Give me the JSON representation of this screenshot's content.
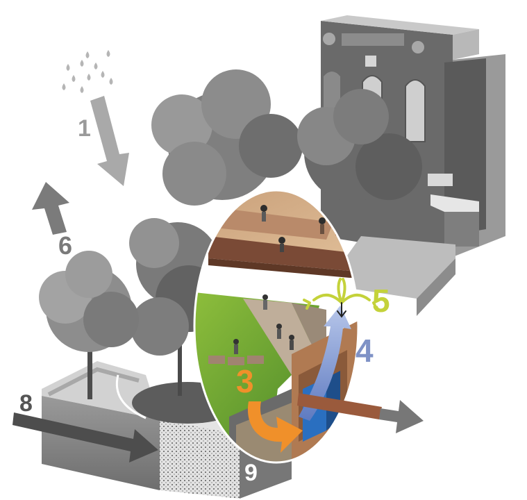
{
  "labels": {
    "n1": "1",
    "n3": "3",
    "n4": "4",
    "n5": "5",
    "n6": "6",
    "n8": "8",
    "n9": "9"
  },
  "caption": "",
  "colors": {
    "rain_arrow": "#a9a9a9",
    "evapo_arrow": "#7b7b7b",
    "groundwater_arrow": "#4d4d4d",
    "overflow_arrow": "#777777",
    "infiltration_arrow": "#f0902a",
    "uptake_arrow": "#7f92c6",
    "transpiration": "#c4d23a",
    "pipe": "#9a5a3c"
  },
  "icons": [
    "raindrops-icon"
  ]
}
